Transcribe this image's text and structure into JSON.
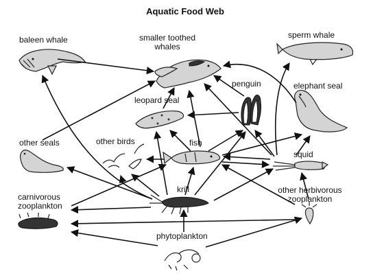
{
  "title": "Aquatic Food Web",
  "labels": {
    "baleen_whale": "baleen whale",
    "smaller_toothed_whales_line1": "smaller toothed",
    "smaller_toothed_whales_line2": "whales",
    "sperm_whale": "sperm whale",
    "penguin": "penguin",
    "elephant_seal": "elephant seal",
    "leopard_seal": "leopard seal",
    "other_seals": "other seals",
    "other_birds": "other birds",
    "fish": "fish",
    "squid": "squid",
    "krill": "krill",
    "carnivorous_zooplankton_line1": "carnivorous",
    "carnivorous_zooplankton_line2": "zooplankton",
    "other_herbivorous_zooplankton_line1": "other herbivorous",
    "other_herbivorous_zooplankton_line2": "zooplankton",
    "phytoplankton": "phytoplankton"
  },
  "colors": {
    "line": "#111111",
    "organism_fill": "#d4d4d4",
    "organism_dark": "#333333"
  }
}
